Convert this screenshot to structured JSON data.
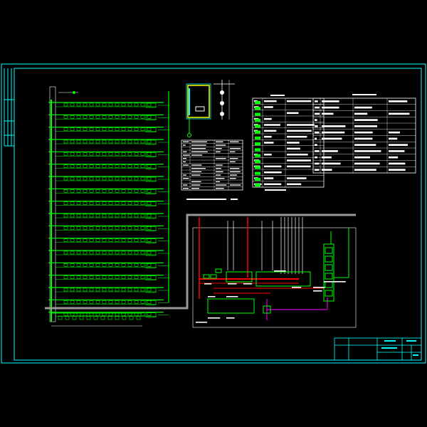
{
  "drawing": {
    "title_block": {
      "cells": [
        "",
        "",
        "",
        "",
        "",
        ""
      ]
    },
    "colors": {
      "background": "#000000",
      "frame": "#00ffff",
      "risers": "#00ff00",
      "white": "#ffffff",
      "red": "#ff0000",
      "magenta": "#ff00ff",
      "yellow": "#ffff00",
      "gray": "#999999"
    },
    "riser_rows": 18,
    "small_table_rows": 15,
    "legend_rows": 15,
    "equipment_rows": 12
  }
}
